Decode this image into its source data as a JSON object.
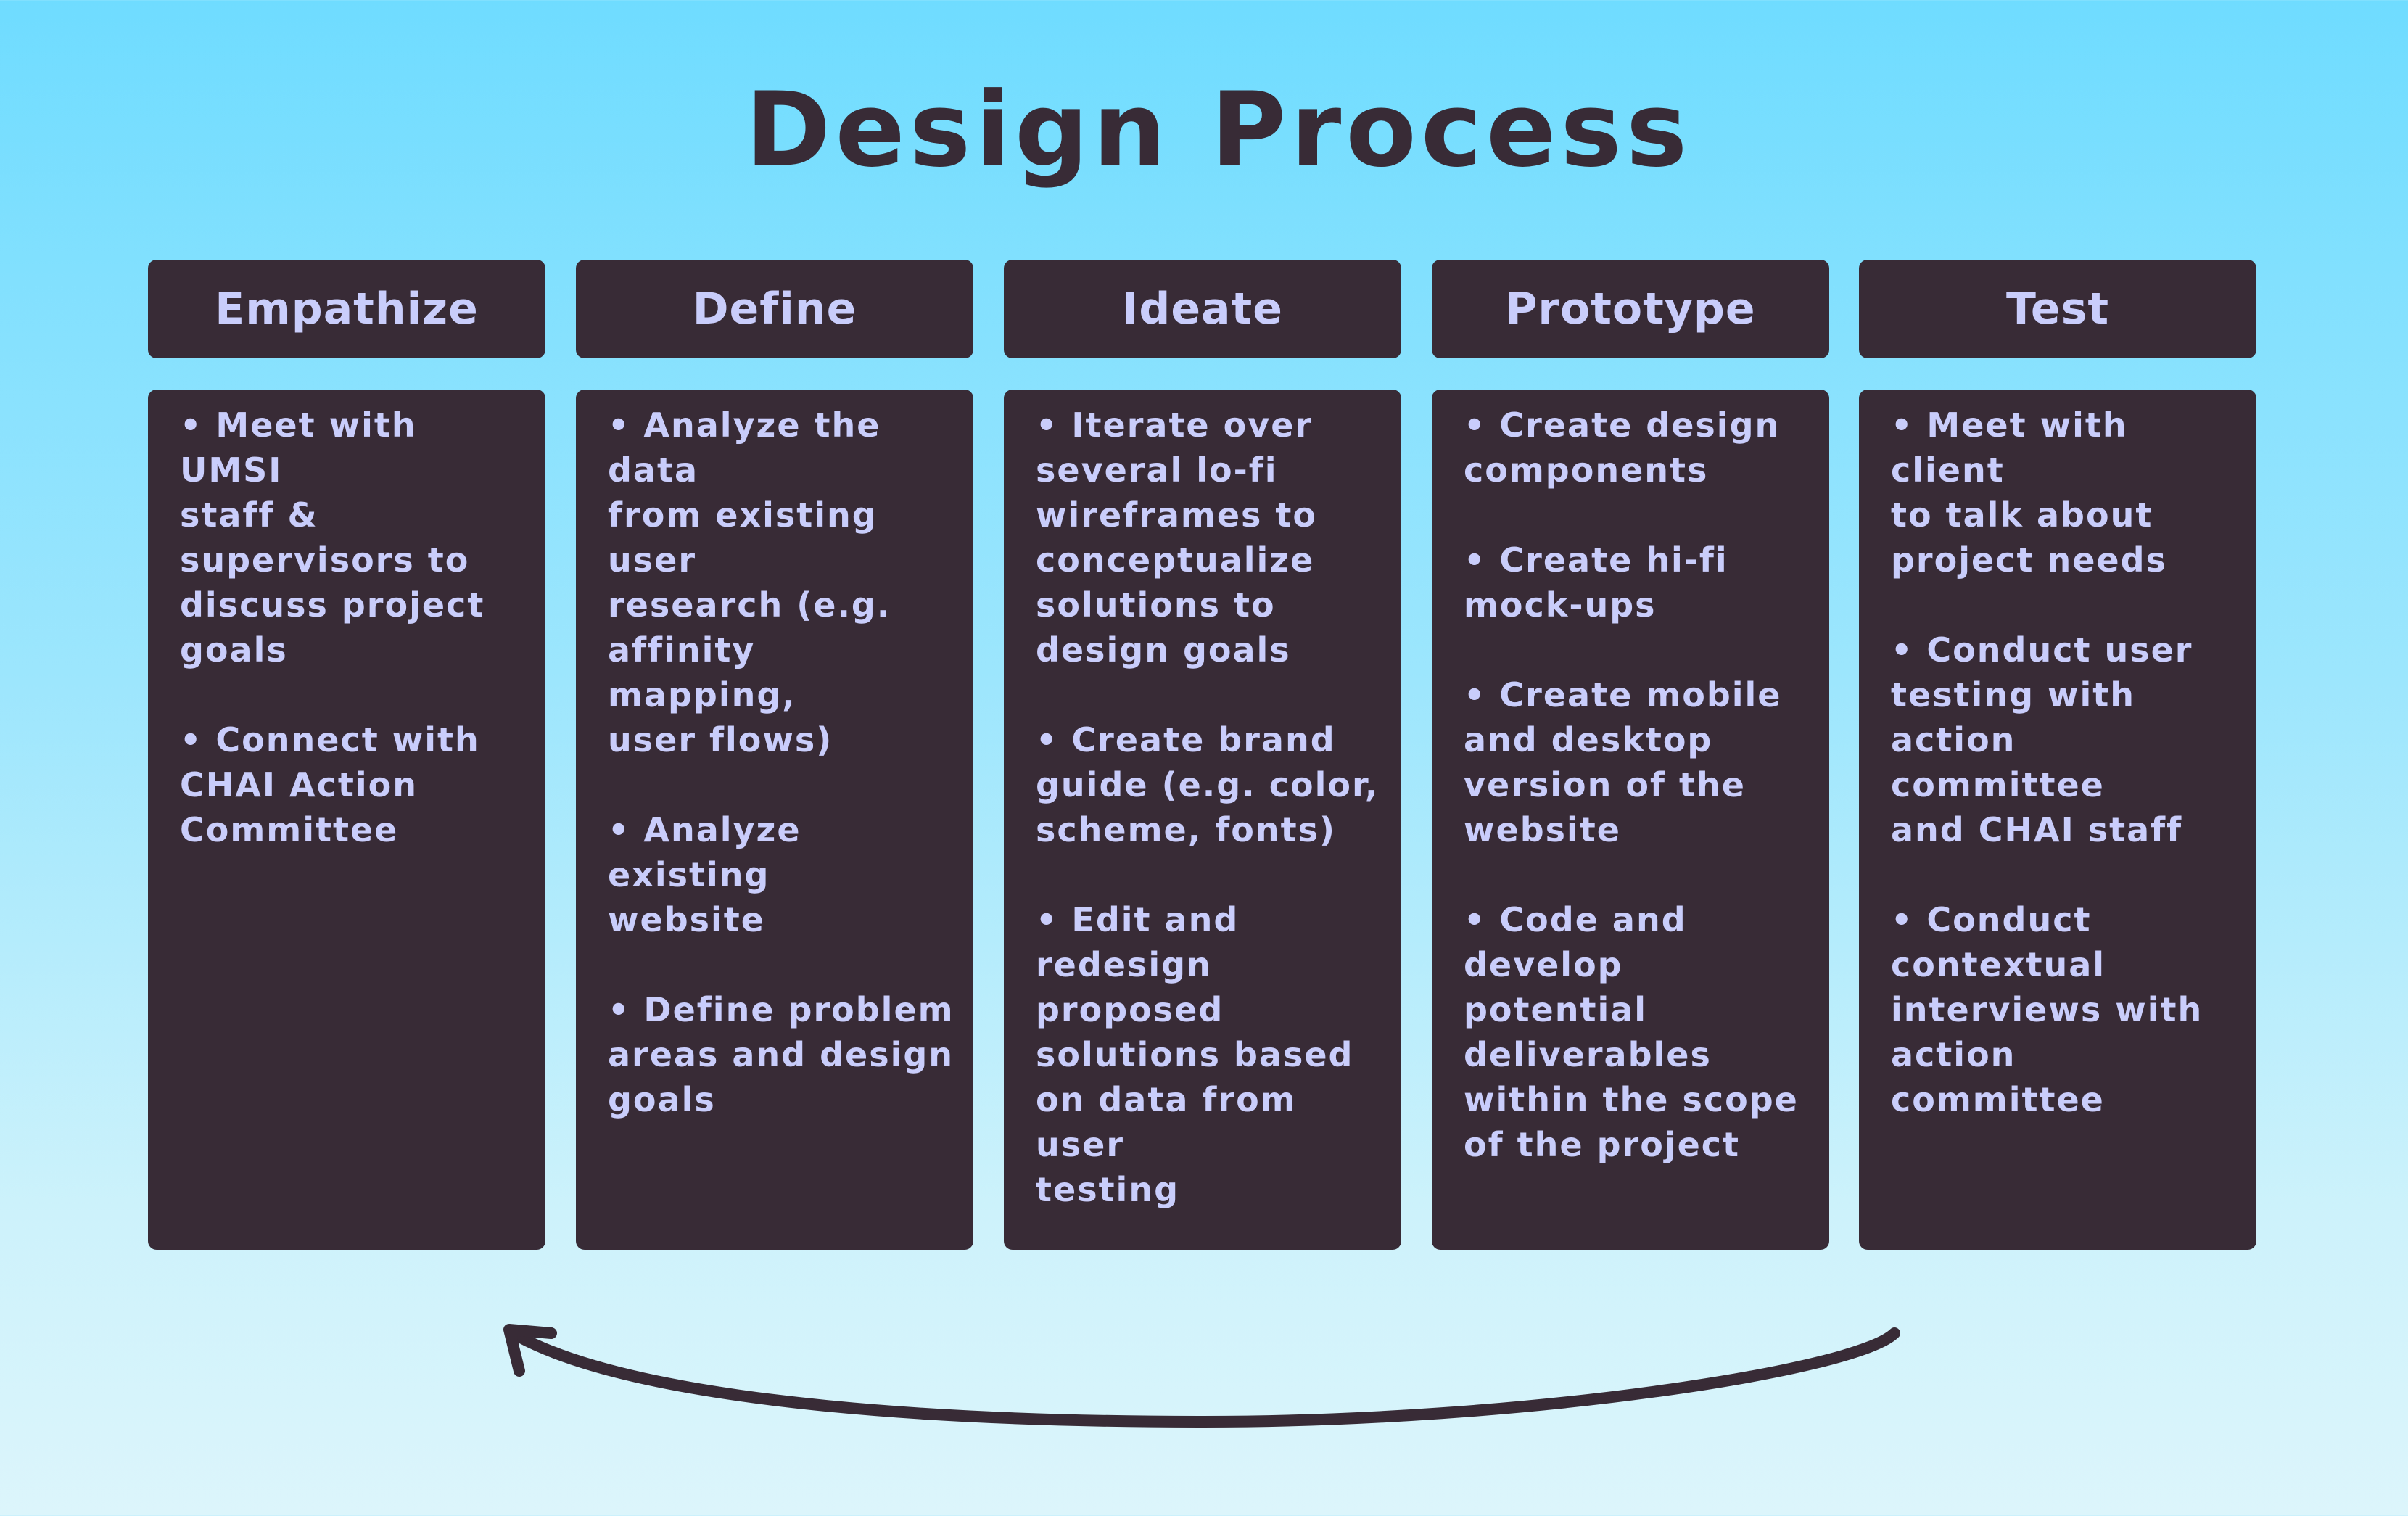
{
  "title": "Design Process",
  "stages": [
    {
      "name": "Empathize",
      "bullets": [
        "• Meet with UMSI\nstaff &\nsupervisors to\ndiscuss project\ngoals",
        "• Connect with\nCHAI Action\nCommittee"
      ]
    },
    {
      "name": "Define",
      "bullets": [
        "• Analyze the data\nfrom existing user\nresearch (e.g.\naffinity mapping,\nuser flows)",
        "• Analyze existing\nwebsite",
        "• Define problem\nareas and design\ngoals"
      ]
    },
    {
      "name": "Ideate",
      "bullets": [
        "• Iterate over\nseveral lo-fi\nwireframes to\nconceptualize\nsolutions to\ndesign goals",
        "• Create brand\nguide (e.g. color,\nscheme, fonts)",
        "• Edit and\nredesign\nproposed\nsolutions based\non data from user\ntesting"
      ]
    },
    {
      "name": "Prototype",
      "bullets": [
        "• Create design\ncomponents",
        "• Create hi-fi\nmock-ups",
        "• Create mobile\nand desktop\nversion of the\nwebsite",
        "• Code and\ndevelop potential\ndeliverables\nwithin the scope\nof the project"
      ]
    },
    {
      "name": "Test",
      "bullets": [
        "• Meet with client\nto talk about\nproject needs",
        "• Conduct user\ntesting with\naction committee\nand CHAI staff",
        "• Conduct\ncontextual\ninterviews with\naction committee"
      ]
    }
  ],
  "colors": {
    "card": "#382b36",
    "card_text": "#c9cdfb",
    "background_top": "#6fdcff",
    "background_bottom": "#dcf5fb"
  },
  "icons": {
    "loop_arrow": "curved-arrow-left-icon"
  }
}
